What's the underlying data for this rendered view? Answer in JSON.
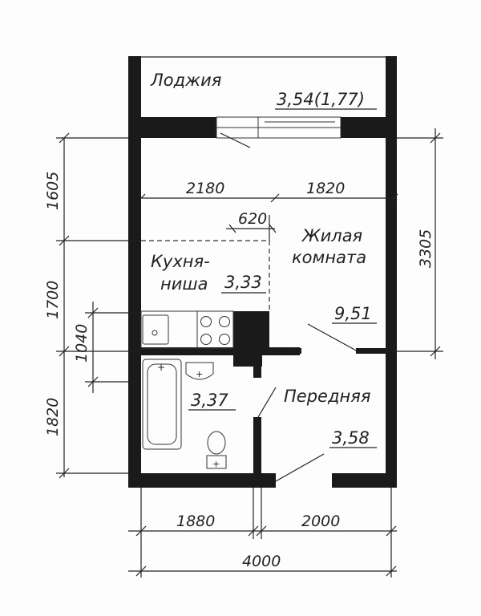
{
  "rooms": {
    "loggia": {
      "name": "Лоджия",
      "area": "3,54(1,77)"
    },
    "living": {
      "name_line1": "Жилая",
      "name_line2": "комната",
      "area": "9,51"
    },
    "kitchen": {
      "name_line1": "Кухня-",
      "name_line2": "ниша",
      "area": "3,33"
    },
    "bathroom": {
      "area": "3,37"
    },
    "hall": {
      "name": "Передняя",
      "area": "3,58"
    }
  },
  "dimensions": {
    "top_left": "2180",
    "top_right": "1820",
    "niche": "620",
    "left_upper": "1605",
    "left_middle": "1700",
    "left_lower": "1820",
    "left_inner": "1040",
    "right": "3305",
    "bottom_left": "1880",
    "bottom_right": "2000",
    "bottom_total": "4000"
  }
}
